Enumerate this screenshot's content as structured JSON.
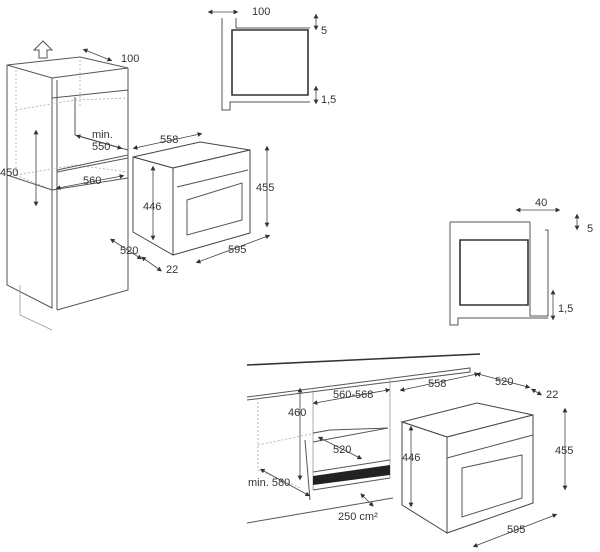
{
  "diagram": {
    "title_hidden": null,
    "column_install": {
      "labels": {
        "top_gap": "100",
        "min": "min.",
        "depth": "550",
        "height": "450",
        "width": "560"
      }
    },
    "oven_column": {
      "labels": {
        "depth": "558",
        "front_height_inner": "446",
        "height": "455",
        "side_depth": "520",
        "front_thickness": "22",
        "width": "595"
      }
    },
    "profile_top": {
      "labels": {
        "width": "100",
        "top": "5",
        "bottom": "1,5"
      }
    },
    "profile_right": {
      "labels": {
        "width": "40",
        "top": "5",
        "bottom": "1,5"
      }
    },
    "undercounter_install": {
      "labels": {
        "height": "460",
        "width": "560-568",
        "depth": "520",
        "min_depth": "min. 580",
        "vent_area": "250 cm²"
      }
    },
    "oven_undercounter": {
      "labels": {
        "depth": "558",
        "side_depth": "520",
        "front_thickness": "22",
        "front_height_inner": "446",
        "height": "455",
        "width": "595"
      }
    }
  }
}
